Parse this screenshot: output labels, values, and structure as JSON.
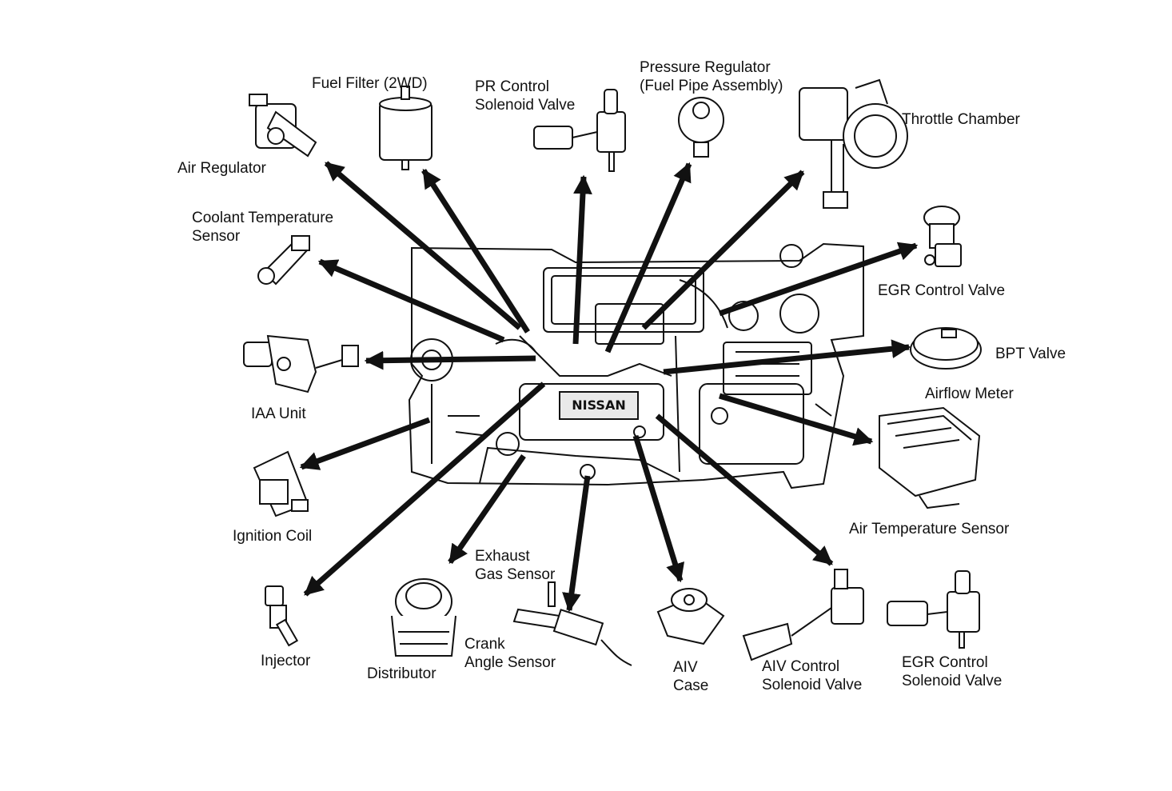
{
  "colors": {
    "ink": "#111111",
    "paper": "#ffffff",
    "shade": "#e9e9e9"
  },
  "engine": {
    "badge": "NISSAN"
  },
  "labels": {
    "air_regulator": "Air Regulator",
    "fuel_filter": "Fuel Filter (2WD)",
    "pr_control": [
      "PR Control",
      "Solenoid Valve"
    ],
    "pressure_regulator": [
      "Pressure Regulator",
      "(Fuel Pipe Assembly)"
    ],
    "throttle_chamber": "Throttle Chamber",
    "coolant_sensor": [
      "Coolant Temperature",
      "Sensor"
    ],
    "egr_control_valve": "EGR Control Valve",
    "bpt_valve": "BPT Valve",
    "airflow_meter": "Airflow Meter",
    "iaa_unit": "IAA Unit",
    "ignition_coil": "Ignition Coil",
    "air_temp_sensor": "Air Temperature Sensor",
    "exhaust_gas_sensor": [
      "Exhaust",
      "Gas Sensor"
    ],
    "injector": "Injector",
    "distributor": "Distributor",
    "crank_angle_sensor": [
      "Crank",
      "Angle Sensor"
    ],
    "aiv_case": [
      "AIV",
      "Case"
    ],
    "aiv_control": [
      "AIV Control",
      "Solenoid Valve"
    ],
    "egr_solenoid": [
      "EGR Control",
      "Solenoid Valve"
    ]
  }
}
